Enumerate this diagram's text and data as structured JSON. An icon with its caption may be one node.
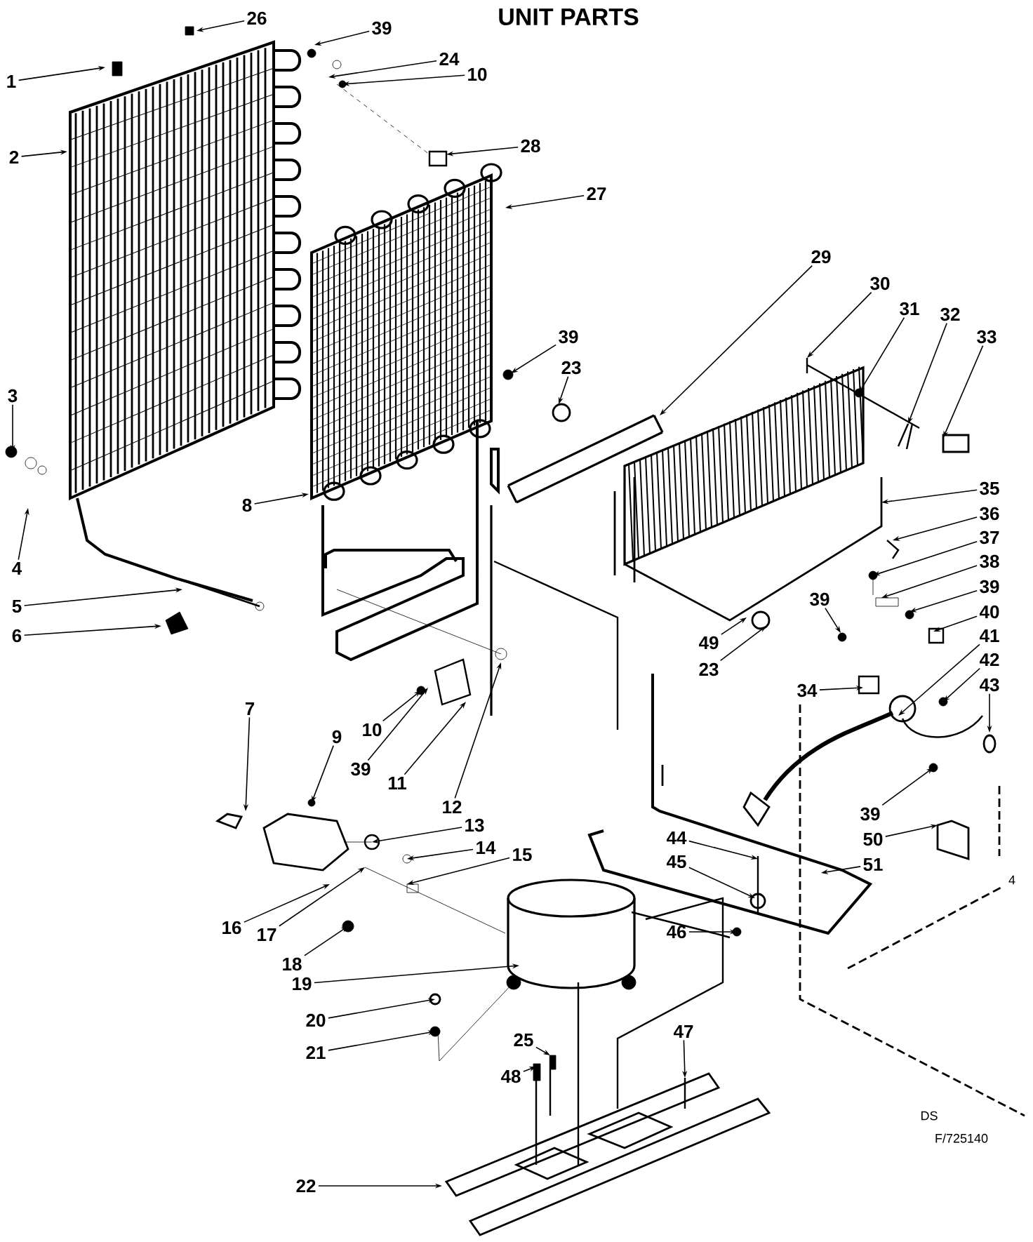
{
  "diagram": {
    "title": "UNIT PARTS",
    "nodes": [
      {
        "text": [
          "1"
        ]
      },
      {
        "text": [
          "26"
        ]
      },
      {
        "text": [
          "39"
        ]
      },
      {
        "text": [
          "24"
        ]
      },
      {
        "text": [
          "10"
        ]
      },
      {
        "text": [
          "2"
        ]
      },
      {
        "text": [
          "28"
        ]
      },
      {
        "text": [
          "27"
        ]
      },
      {
        "text": [
          "29"
        ]
      },
      {
        "text": [
          "30"
        ]
      },
      {
        "text": [
          "31"
        ]
      },
      {
        "text": [
          "32"
        ]
      },
      {
        "text": [
          "33"
        ]
      },
      {
        "text": [
          "39"
        ]
      },
      {
        "text": [
          "23"
        ]
      },
      {
        "text": [
          "3"
        ]
      },
      {
        "text": [
          "8"
        ]
      },
      {
        "text": [
          "35"
        ]
      },
      {
        "text": [
          "36"
        ]
      },
      {
        "text": [
          "37"
        ]
      },
      {
        "text": [
          "38"
        ]
      },
      {
        "text": [
          "39"
        ]
      },
      {
        "text": [
          "4"
        ]
      },
      {
        "text": [
          "5"
        ]
      },
      {
        "text": [
          "6"
        ]
      },
      {
        "text": [
          "40"
        ]
      },
      {
        "text": [
          "39"
        ]
      },
      {
        "text": [
          "49"
        ]
      },
      {
        "text": [
          "41"
        ]
      },
      {
        "text": [
          "23"
        ]
      },
      {
        "text": [
          "34"
        ]
      },
      {
        "text": [
          "42"
        ]
      },
      {
        "text": [
          "43"
        ]
      },
      {
        "text": [
          "7"
        ]
      },
      {
        "text": [
          "10"
        ]
      },
      {
        "text": [
          "9"
        ]
      },
      {
        "text": [
          "39"
        ]
      },
      {
        "text": [
          "11"
        ]
      },
      {
        "text": [
          "12"
        ]
      },
      {
        "text": [
          "39"
        ]
      },
      {
        "text": [
          "13"
        ]
      },
      {
        "text": [
          "14"
        ]
      },
      {
        "text": [
          "44"
        ]
      },
      {
        "text": [
          "50"
        ]
      },
      {
        "text": [
          "15"
        ]
      },
      {
        "text": [
          "45"
        ]
      },
      {
        "text": [
          "51"
        ]
      },
      {
        "text": [
          "16"
        ]
      },
      {
        "text": [
          "17"
        ]
      },
      {
        "text": [
          "46"
        ]
      },
      {
        "text": [
          "18"
        ]
      },
      {
        "text": [
          "19"
        ]
      },
      {
        "text": [
          "20"
        ]
      },
      {
        "text": [
          "21"
        ]
      },
      {
        "text": [
          "25"
        ]
      },
      {
        "text": [
          "48"
        ]
      },
      {
        "text": [
          "47"
        ]
      },
      {
        "text": [
          "22"
        ]
      }
    ],
    "edges": [
      {
        "from": 0,
        "to": null,
        "arrow": "to"
      },
      {
        "from": 1,
        "to": null,
        "arrow": "to"
      },
      {
        "from": 2,
        "to": null,
        "arrow": "to"
      },
      {
        "from": 3,
        "to": null,
        "arrow": "to"
      },
      {
        "from": 4,
        "to": null,
        "arrow": "to"
      },
      {
        "from": 5,
        "to": null,
        "arrow": "to"
      },
      {
        "from": 6,
        "to": null,
        "arrow": "to"
      },
      {
        "from": 7,
        "to": null,
        "arrow": "to"
      },
      {
        "from": 8,
        "to": null,
        "arrow": "to"
      },
      {
        "from": 9,
        "to": null,
        "arrow": "to"
      },
      {
        "from": 10,
        "to": null,
        "arrow": "to"
      },
      {
        "from": 11,
        "to": null,
        "arrow": "to"
      },
      {
        "from": 12,
        "to": null,
        "arrow": "to"
      },
      {
        "from": 13,
        "to": null,
        "arrow": "to"
      },
      {
        "from": 14,
        "to": null,
        "arrow": "to"
      },
      {
        "from": 15,
        "to": null,
        "arrow": "to"
      },
      {
        "from": 16,
        "to": null,
        "arrow": "to"
      },
      {
        "from": 17,
        "to": null,
        "arrow": "to"
      },
      {
        "from": 18,
        "to": null,
        "arrow": "to"
      },
      {
        "from": 19,
        "to": null,
        "arrow": "to"
      },
      {
        "from": 20,
        "to": null,
        "arrow": "to"
      },
      {
        "from": 21,
        "to": null,
        "arrow": "to"
      },
      {
        "from": 22,
        "to": null,
        "arrow": "to"
      },
      {
        "from": 23,
        "to": null,
        "arrow": "to"
      },
      {
        "from": 24,
        "to": null,
        "arrow": "to"
      },
      {
        "from": 25,
        "to": null,
        "arrow": "to"
      },
      {
        "from": 26,
        "to": null,
        "arrow": "to"
      },
      {
        "from": 27,
        "to": null,
        "arrow": "to"
      },
      {
        "from": 28,
        "to": null,
        "arrow": "to"
      },
      {
        "from": 29,
        "to": null,
        "arrow": "to"
      },
      {
        "from": 30,
        "to": null,
        "arrow": "to"
      },
      {
        "from": 31,
        "to": null,
        "arrow": "to"
      },
      {
        "from": 32,
        "to": null,
        "arrow": "to"
      },
      {
        "from": 33,
        "to": null,
        "arrow": "to"
      },
      {
        "from": 34,
        "to": null,
        "arrow": "to"
      },
      {
        "from": 35,
        "to": null,
        "arrow": "to"
      },
      {
        "from": 36,
        "to": null,
        "arrow": "to"
      },
      {
        "from": 37,
        "to": null,
        "arrow": "to"
      },
      {
        "from": 38,
        "to": null,
        "arrow": "to"
      },
      {
        "from": 39,
        "to": null,
        "arrow": "to"
      },
      {
        "from": 40,
        "to": null,
        "arrow": "to"
      },
      {
        "from": 41,
        "to": null,
        "arrow": "to"
      },
      {
        "from": 42,
        "to": null,
        "arrow": "to"
      },
      {
        "from": 43,
        "to": null,
        "arrow": "to"
      },
      {
        "from": 44,
        "to": null,
        "arrow": "to"
      },
      {
        "from": 45,
        "to": null,
        "arrow": "to"
      },
      {
        "from": 46,
        "to": null,
        "arrow": "to"
      },
      {
        "from": 47,
        "to": null,
        "arrow": "to"
      },
      {
        "from": 48,
        "to": null,
        "arrow": "to"
      },
      {
        "from": 49,
        "to": null,
        "arrow": "to"
      },
      {
        "from": 50,
        "to": null,
        "arrow": "to"
      },
      {
        "from": 51,
        "to": null,
        "arrow": "to"
      },
      {
        "from": 52,
        "to": null,
        "arrow": "to"
      },
      {
        "from": 53,
        "to": null,
        "arrow": "to"
      },
      {
        "from": 54,
        "to": null,
        "arrow": "to"
      },
      {
        "from": 55,
        "to": null,
        "arrow": "to"
      },
      {
        "from": 56,
        "to": null,
        "arrow": "to"
      },
      {
        "from": 57,
        "to": null,
        "arrow": "to"
      }
    ],
    "labels": [
      "DS",
      "F/725140",
      "4"
    ]
  }
}
